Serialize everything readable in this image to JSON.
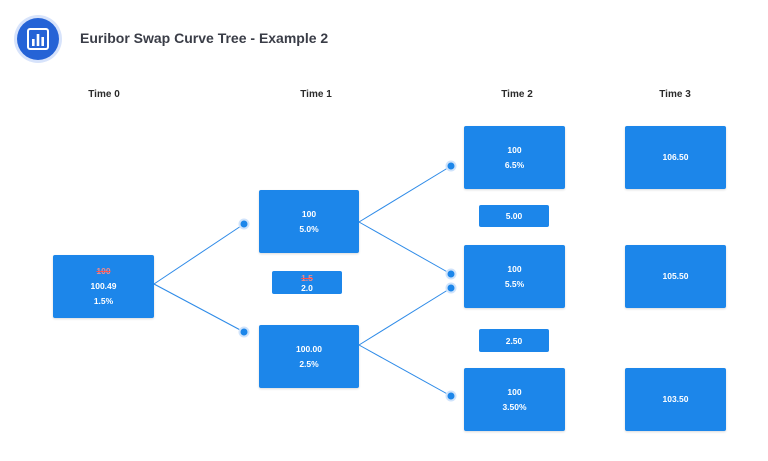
{
  "header": {
    "title": "Euribor Swap Curve Tree - Example 2",
    "logo_icon": "bar-chart-icon"
  },
  "times": [
    "Time 0",
    "Time 1",
    "Time 2",
    "Time 3"
  ],
  "nodes": {
    "t0": {
      "struck": "100",
      "value": "100.49",
      "rate": "1.5%"
    },
    "t1_up": {
      "value": "100",
      "rate": "5.0%"
    },
    "t1_dn": {
      "value": "100.00",
      "rate": "2.5%"
    },
    "t2_up": {
      "value": "100",
      "rate": "6.5%"
    },
    "t2_mid": {
      "value": "100",
      "rate": "5.5%"
    },
    "t2_dn": {
      "value": "100",
      "rate": "3.50%"
    },
    "t3_up": {
      "value": "106.50"
    },
    "t3_mid": {
      "value": "105.50"
    },
    "t3_dn": {
      "value": "103.50"
    }
  },
  "payments": {
    "t1": {
      "struck": "1.5",
      "value": "2.0"
    },
    "t2_upper": {
      "value": "5.00"
    },
    "t2_lower": {
      "value": "2.50"
    }
  },
  "colors": {
    "node": "#1c86ea",
    "line": "#2e8be8",
    "dot": "#1c86ea"
  }
}
